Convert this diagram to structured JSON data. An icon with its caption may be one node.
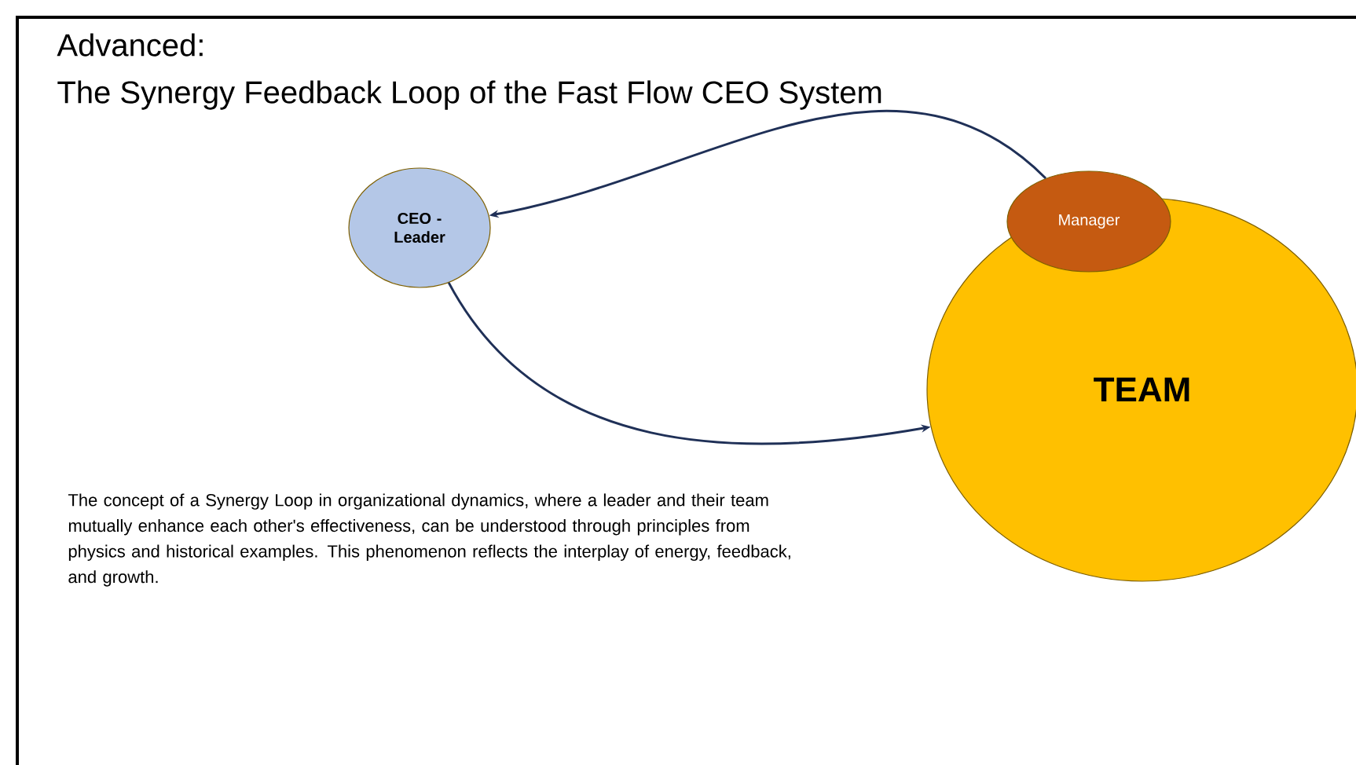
{
  "diagram": {
    "title": "Advanced:",
    "nodes": [
      {
        "text": [
          "CEO - Leader"
        ]
      },
      {
        "text": [
          "TEAM"
        ]
      },
      {
        "text": [
          "Manager"
        ]
      }
    ],
    "edges": [
      {
        "from": 2,
        "to": 0,
        "arrow": "to"
      },
      {
        "from": 0,
        "to": 1,
        "arrow": "to"
      }
    ],
    "labels": [
      "The Synergy Feedback Loop of the Fast Flow CEO System",
      "The concept of a Synergy Loop in organizational dynamics, where a leader and their team mutually enhance each other's effectiveness, can be understood through principles from physics and historical examples. This phenomenon reflects the interplay of energy, feedback, and growth."
    ]
  }
}
